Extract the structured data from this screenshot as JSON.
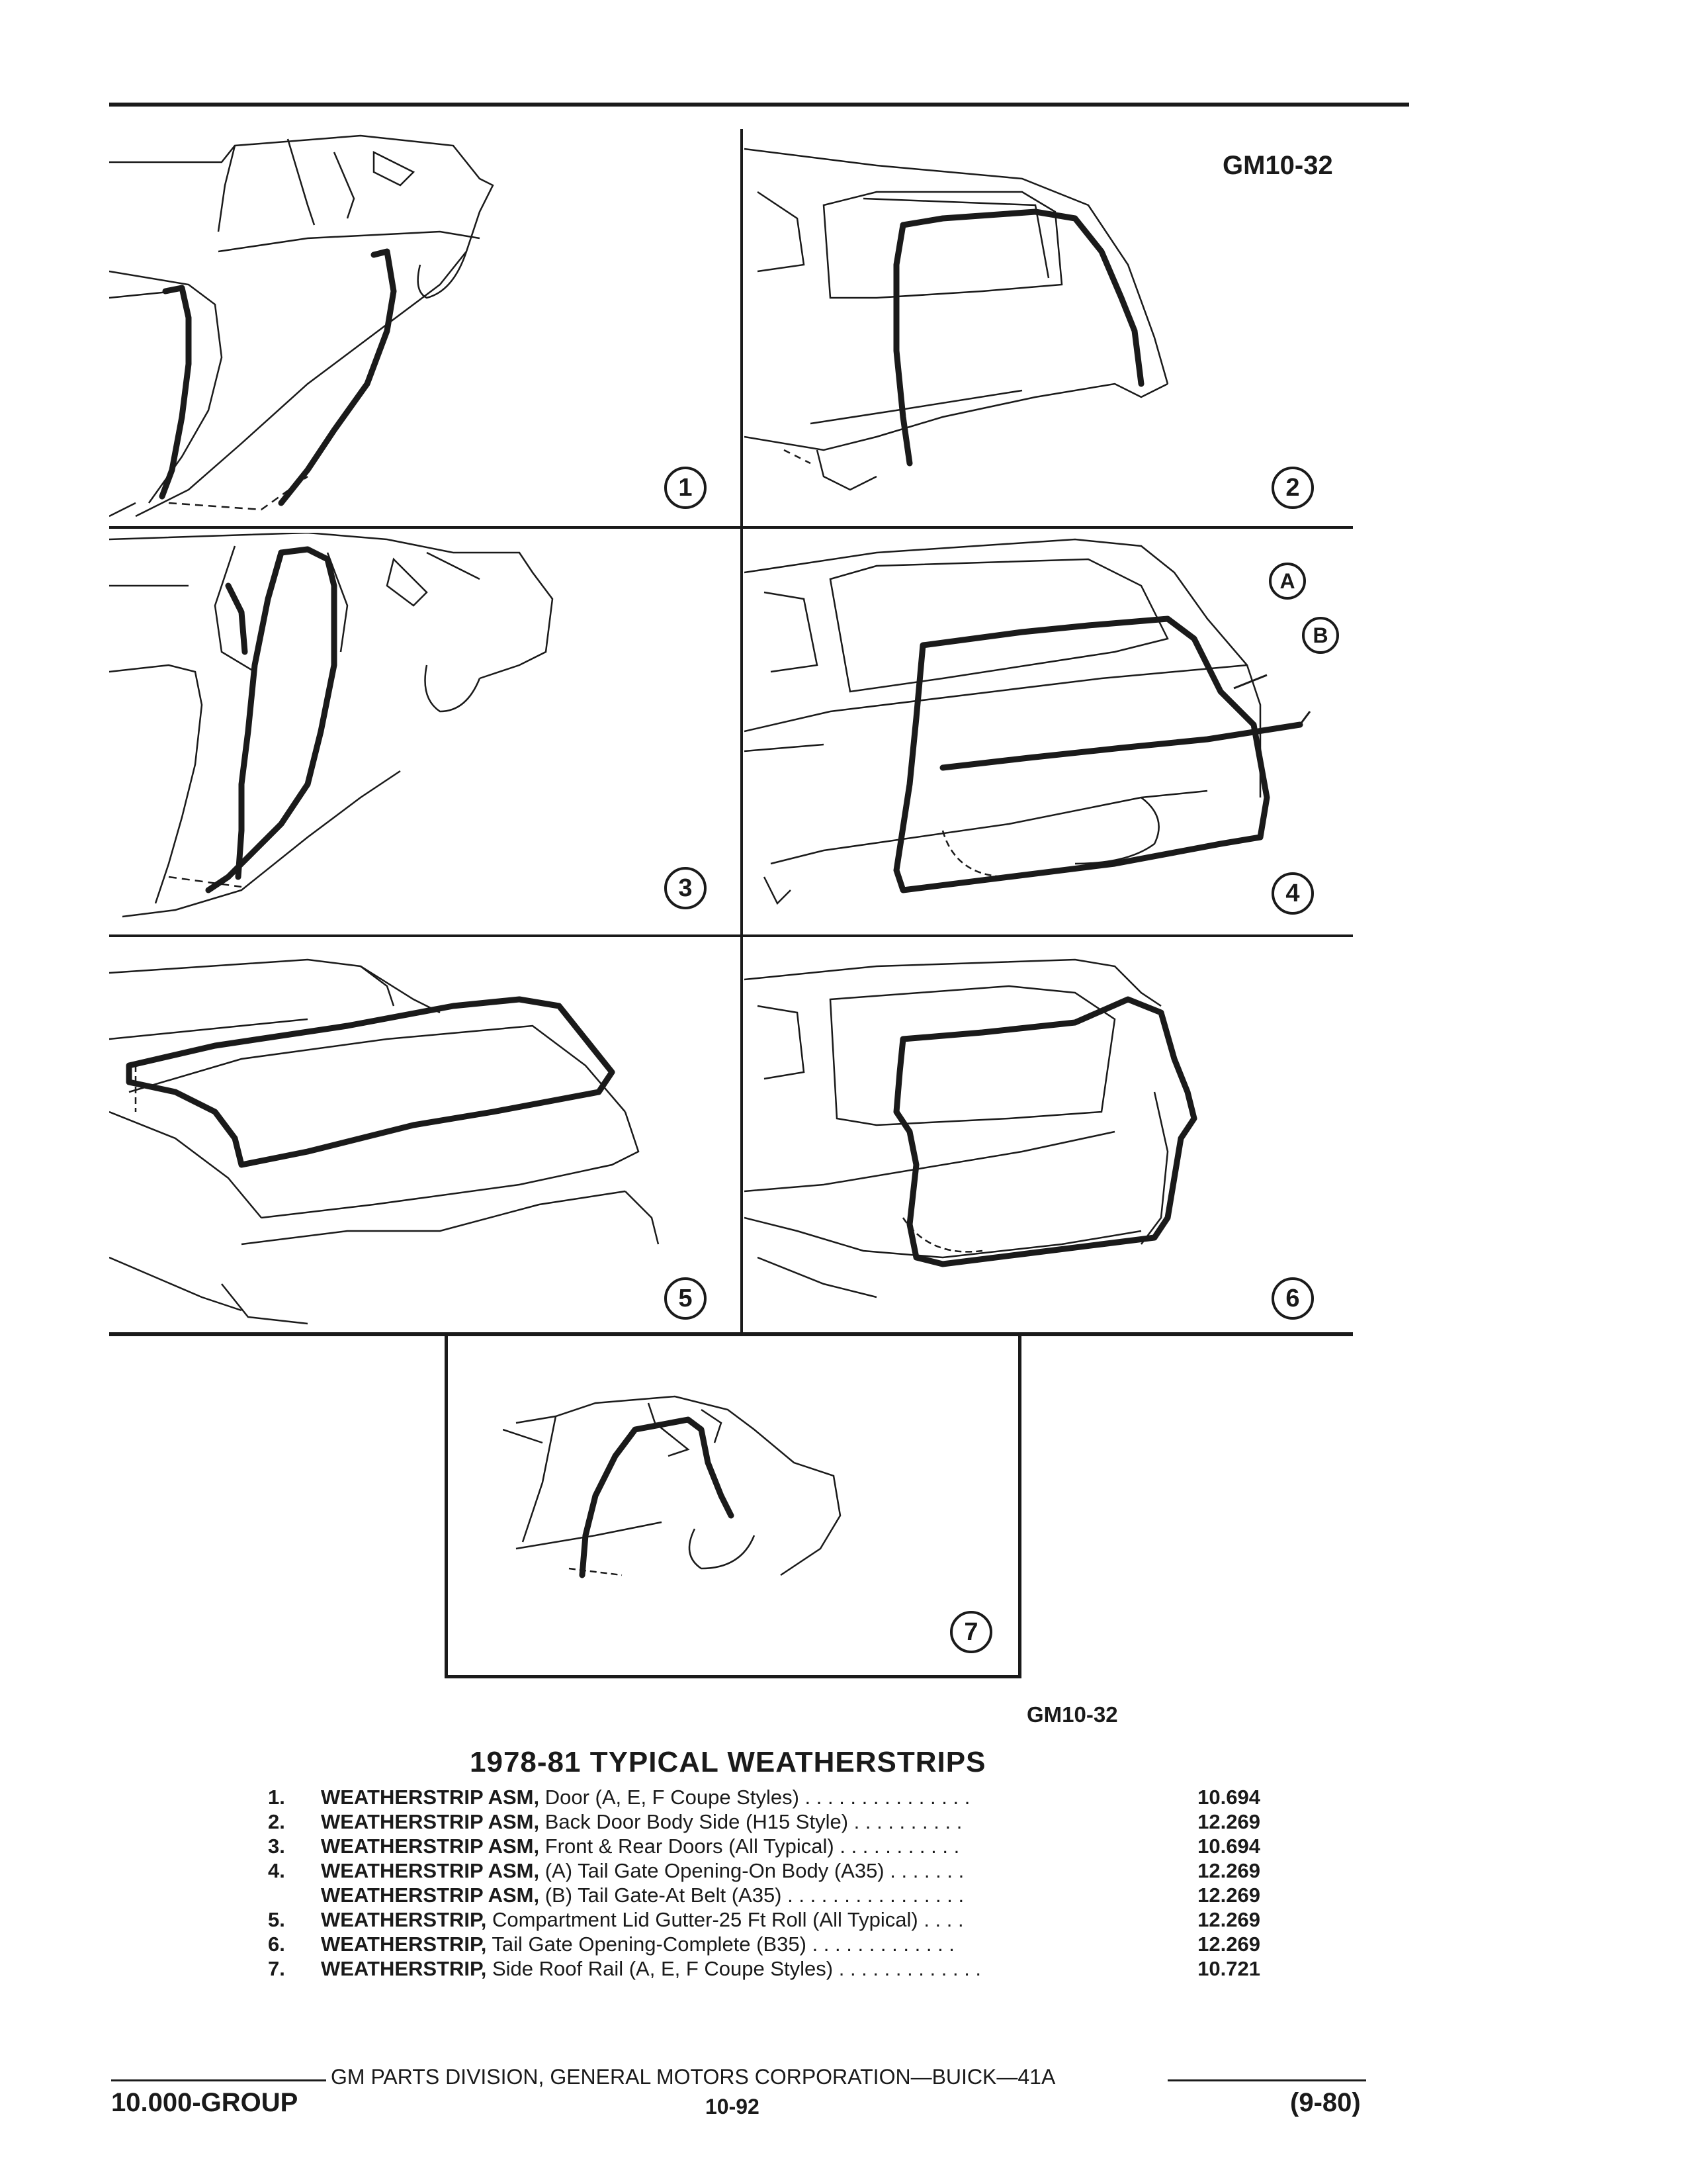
{
  "document": {
    "code_top": "GM10-32",
    "code_bottom": "GM10-32",
    "title": "1978-81 TYPICAL WEATHERSTRIPS"
  },
  "figures": {
    "labels": [
      "1",
      "2",
      "3",
      "4",
      "5",
      "6",
      "7"
    ],
    "callouts": [
      "A",
      "B"
    ]
  },
  "parts": [
    {
      "num": "1.",
      "name": "WEATHERSTRIP ASM,",
      "desc": "Door (A, E, F Coupe Styles)",
      "dots": " . . . . . . . . . . . . . . .",
      "value": "10.694"
    },
    {
      "num": "2.",
      "name": "WEATHERSTRIP ASM,",
      "desc": "Back Door Body Side (H15 Style)",
      "dots": " . . . . . . . . . .",
      "value": "12.269"
    },
    {
      "num": "3.",
      "name": "WEATHERSTRIP ASM,",
      "desc": "Front & Rear Doors (All Typical)",
      "dots": " . . . . . . . . . . .",
      "value": "10.694"
    },
    {
      "num": "4.",
      "name": "WEATHERSTRIP ASM,",
      "desc": "(A) Tail Gate Opening-On Body (A35)",
      "dots": " . . . . . . .",
      "value": "12.269"
    },
    {
      "num": "",
      "name": "WEATHERSTRIP ASM,",
      "desc": "(B) Tail Gate-At Belt (A35)",
      "dots": " . . . . . . . . . . . . . . . .",
      "value": "12.269"
    },
    {
      "num": "5.",
      "name": "WEATHERSTRIP,",
      "desc": "Compartment Lid Gutter-25 Ft Roll (All Typical)",
      "dots": " . . . .",
      "value": "12.269"
    },
    {
      "num": "6.",
      "name": "WEATHERSTRIP,",
      "desc": "Tail Gate Opening-Complete (B35)",
      "dots": " . . . . . . . . . . . . .",
      "value": "12.269"
    },
    {
      "num": "7.",
      "name": "WEATHERSTRIP,",
      "desc": "Side Roof Rail (A, E, F Coupe Styles)",
      "dots": " . . . . . . . . . . . . .",
      "value": "10.721"
    }
  ],
  "footer": {
    "division": "GM PARTS DIVISION, GENERAL MOTORS CORPORATION—BUICK—41A",
    "group": "10.000-GROUP",
    "page": "10-92",
    "date": "(9-80)"
  }
}
